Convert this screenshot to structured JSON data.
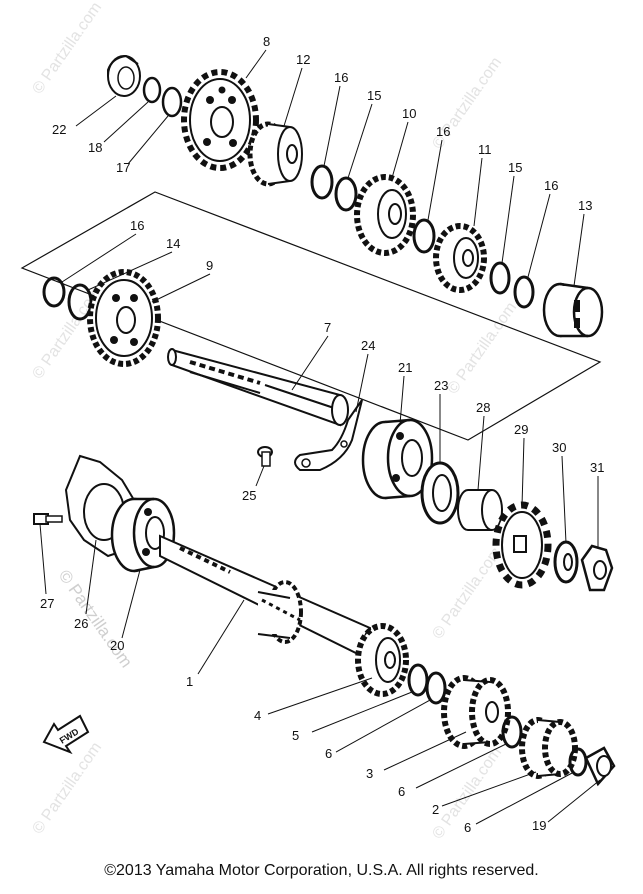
{
  "parts": [
    {
      "key": "p22",
      "number": "22"
    },
    {
      "key": "p18",
      "number": "18"
    },
    {
      "key": "p17",
      "number": "17"
    },
    {
      "key": "p8",
      "number": "8"
    },
    {
      "key": "p12",
      "number": "12"
    },
    {
      "key": "p16a",
      "number": "16"
    },
    {
      "key": "p15a",
      "number": "15"
    },
    {
      "key": "p10",
      "number": "10"
    },
    {
      "key": "p16b",
      "number": "16"
    },
    {
      "key": "p11",
      "number": "11"
    },
    {
      "key": "p15b",
      "number": "15"
    },
    {
      "key": "p16c",
      "number": "16"
    },
    {
      "key": "p13",
      "number": "13"
    },
    {
      "key": "p16d",
      "number": "16"
    },
    {
      "key": "p14",
      "number": "14"
    },
    {
      "key": "p9",
      "number": "9"
    },
    {
      "key": "p7",
      "number": "7"
    },
    {
      "key": "p24",
      "number": "24"
    },
    {
      "key": "p21",
      "number": "21"
    },
    {
      "key": "p23",
      "number": "23"
    },
    {
      "key": "p28",
      "number": "28"
    },
    {
      "key": "p29",
      "number": "29"
    },
    {
      "key": "p30",
      "number": "30"
    },
    {
      "key": "p31",
      "number": "31"
    },
    {
      "key": "p25",
      "number": "25"
    },
    {
      "key": "p27",
      "number": "27"
    },
    {
      "key": "p26",
      "number": "26"
    },
    {
      "key": "p20",
      "number": "20"
    },
    {
      "key": "p1",
      "number": "1"
    },
    {
      "key": "p4",
      "number": "4"
    },
    {
      "key": "p5",
      "number": "5"
    },
    {
      "key": "p6a",
      "number": "6"
    },
    {
      "key": "p3",
      "number": "3"
    },
    {
      "key": "p6b",
      "number": "6"
    },
    {
      "key": "p2",
      "number": "2"
    },
    {
      "key": "p6c",
      "number": "6"
    },
    {
      "key": "p19",
      "number": "19"
    }
  ],
  "fwd_label": "FWD",
  "watermark": "© Partzilla.com",
  "copyright": "©2013 Yamaha Motor Corporation, U.S.A. All rights reserved."
}
